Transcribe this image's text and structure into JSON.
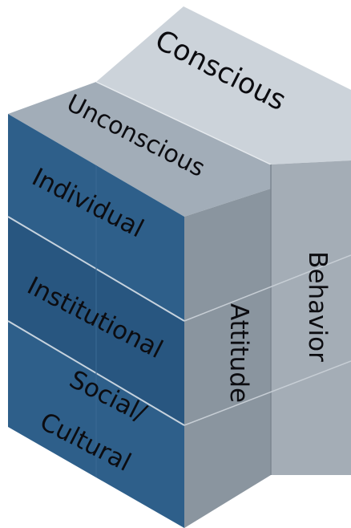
{
  "colors": {
    "front_face": "#2e5f8a",
    "front_face_dark": "#285680",
    "top_back": "#ccd3da",
    "top_front": "#a2adb8",
    "side_attitude": "#8a959f",
    "side_behavior": "#a4adb6",
    "text": "#0c0c10"
  },
  "top_face": {
    "back_label": "Conscious",
    "front_label": "Unconscious"
  },
  "front_face": {
    "layers": [
      {
        "label_lines": [
          "Individual"
        ]
      },
      {
        "label_lines": [
          "Institutional"
        ]
      },
      {
        "label_lines": [
          "Social/",
          "Cultural"
        ]
      }
    ]
  },
  "side_face": {
    "front_label": "Attitude",
    "back_label": "Behavior"
  }
}
